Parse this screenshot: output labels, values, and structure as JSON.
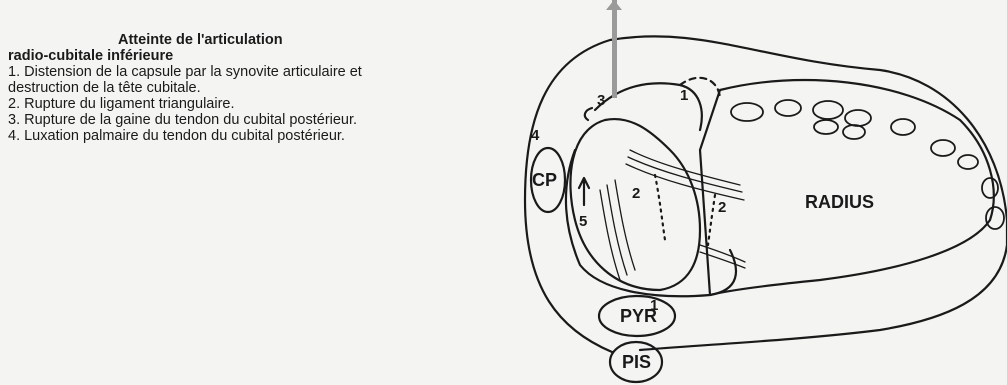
{
  "caption": {
    "title_line1": "Atteinte de l'articulation",
    "title_line2": "radio-cubitale inférieure",
    "items": [
      "1. Distension de la capsule par la synovite articulaire et",
      "destruction de la tête cubitale.",
      "2. Rupture du ligament triangulaire.",
      "3. Rupture de la gaine du tendon du cubital postérieur.",
      "4. Luxation palmaire du tendon du cubital postérieur."
    ]
  },
  "diagram": {
    "labels": {
      "radius": "RADIUS",
      "cp": "CP",
      "pyr": "PYR",
      "pis": "PIS",
      "n1_top": "1",
      "n1_bottom": "1",
      "n2_left": "2",
      "n2_right": "2",
      "n3": "3",
      "n4": "4",
      "n5": "5"
    }
  }
}
